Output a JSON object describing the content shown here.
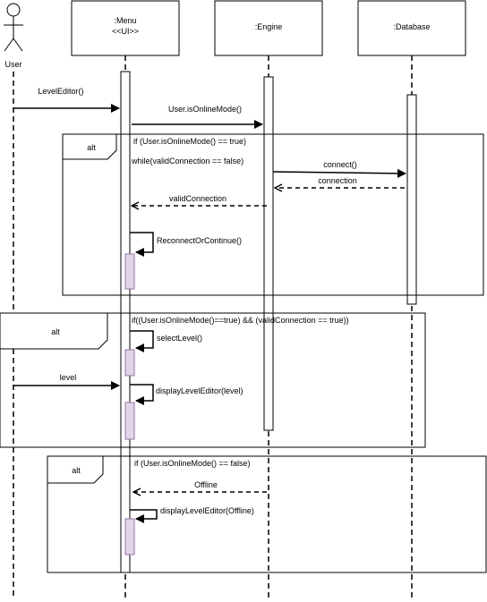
{
  "actor": {
    "label": "User"
  },
  "lifelines": {
    "menu": {
      "name": ":Menu",
      "stereotype": "<<UI>>"
    },
    "engine": {
      "name": ":Engine"
    },
    "database": {
      "name": ":Database"
    }
  },
  "messages": {
    "level_editor": "LevelEditor()",
    "is_online_mode": "User.isOnlineMode()",
    "connect": "connect()",
    "connection": "connection",
    "valid_connection": "validConnection",
    "reconnect_or_continue": "ReconnectOrContinue()",
    "select_level": "selectLevel()",
    "level": "level",
    "display_level_editor": "displayLevelEditor(level)",
    "offline": "Offline",
    "display_level_editor_offline": "displayLevelEditor(Offline)"
  },
  "fragments": {
    "alt1": {
      "operator": "alt",
      "guard": "if (User.isOnlineMode() == true)",
      "loop_text": "while(validConnection == false)"
    },
    "alt2": {
      "operator": "alt",
      "guard": "if((User.isOnlineMode()==true) && (validConnection == true))"
    },
    "alt3": {
      "operator": "alt",
      "guard": "if (User.isOnlineMode() == false)"
    }
  },
  "colors": {
    "line": "#000000",
    "self_activation_fill": "#e1d5e7",
    "self_activation_stroke": "#9673a6"
  }
}
